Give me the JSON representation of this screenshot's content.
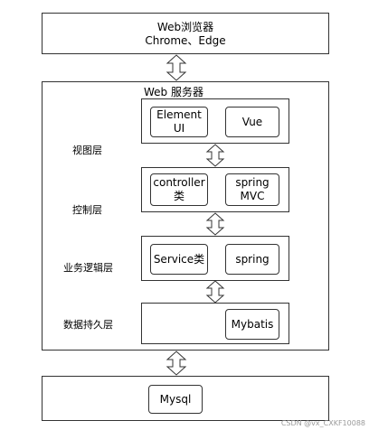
{
  "browser": {
    "title": "Web浏览器\nChrome、Edge"
  },
  "server": {
    "title": "Web 服务器"
  },
  "layers": [
    {
      "label": "视图层",
      "components": [
        "Element\nUI",
        "Vue"
      ]
    },
    {
      "label": "控制层",
      "components": [
        "controller\n类",
        "spring\nMVC"
      ]
    },
    {
      "label": "业务逻辑层",
      "components": [
        "Service类",
        "spring"
      ]
    },
    {
      "label": "数据持久层",
      "components": [
        "Mybatis"
      ]
    }
  ],
  "database": {
    "label": "Mysql"
  },
  "watermark": "CSDN @vx_CXKF10088"
}
